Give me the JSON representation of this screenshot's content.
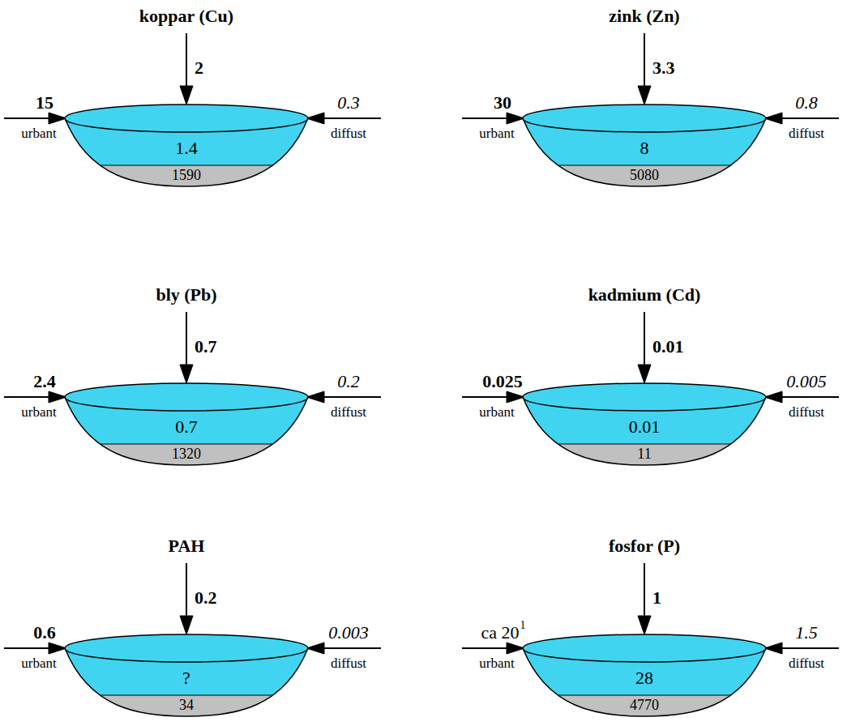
{
  "diagram": {
    "nodes": [
      {
        "text": [
          "1.4"
        ]
      },
      {
        "text": [
          "1590"
        ],
        "in": 0
      },
      {
        "text": [
          "8"
        ]
      },
      {
        "text": [
          "5080"
        ],
        "in": 2
      },
      {
        "text": [
          "0.7"
        ]
      },
      {
        "text": [
          "1320"
        ],
        "in": 4
      },
      {
        "text": [
          "0.01"
        ]
      },
      {
        "text": [
          "11"
        ],
        "in": 6
      },
      {
        "text": [
          "?"
        ]
      },
      {
        "text": [
          "34"
        ],
        "in": 8
      },
      {
        "text": [
          "28"
        ]
      },
      {
        "text": [
          "4770"
        ],
        "in": 10
      }
    ],
    "labels": [
      "koppar (Cu)",
      "2",
      "15",
      "urbant",
      "0.3",
      "diffust",
      "zink (Zn)",
      "3.3",
      "30",
      "urbant",
      "0.8",
      "diffust",
      "bly (Pb)",
      "0.7",
      "2.4",
      "urbant",
      "0.2",
      "diffust",
      "kadmium (Cd)",
      "0.01",
      "0.025",
      "urbant",
      "0.005",
      "diffust",
      "PAH",
      "0.2",
      "0.6",
      "urbant",
      "0.003",
      "diffust",
      "fosfor (P)",
      "1",
      "ca 20",
      "1",
      "urbant",
      "1.5",
      "diffust"
    ]
  }
}
